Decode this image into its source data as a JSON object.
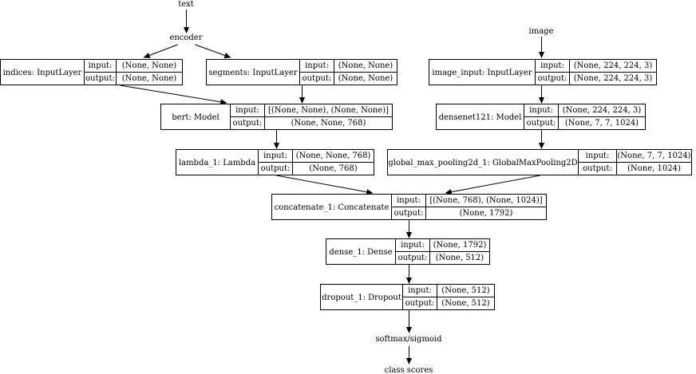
{
  "labels": {
    "text": "text",
    "encoder": "encoder",
    "image": "image",
    "softmax": "softmax/sigmoid",
    "class_scores": "class scores"
  },
  "nodes": [
    {
      "id": "indices",
      "name": "indices: InputLayer",
      "rows": [
        {
          "label": "input:",
          "value": "(None, None)"
        },
        {
          "label": "output:",
          "value": "(None, None)"
        }
      ]
    },
    {
      "id": "segments",
      "name": "segments: InputLayer",
      "rows": [
        {
          "label": "input:",
          "value": "(None, None)"
        },
        {
          "label": "output:",
          "value": "(None, None)"
        }
      ]
    },
    {
      "id": "image_input",
      "name": "image_input: InputLayer",
      "rows": [
        {
          "label": "input:",
          "value": "(None, 224, 224, 3)"
        },
        {
          "label": "output:",
          "value": "(None, 224, 224, 3)"
        }
      ]
    },
    {
      "id": "bert",
      "name": "bert: Model",
      "rows": [
        {
          "label": "input:",
          "value": "[(None, None), (None, None)]"
        },
        {
          "label": "output:",
          "value": "(None, None, 768)"
        }
      ]
    },
    {
      "id": "densenet",
      "name": "densenet121: Model",
      "rows": [
        {
          "label": "input:",
          "value": "(None, 224, 224, 3)"
        },
        {
          "label": "output:",
          "value": "(None, 7, 7, 1024)"
        }
      ]
    },
    {
      "id": "lambda",
      "name": "lambda_1: Lambda",
      "rows": [
        {
          "label": "input:",
          "value": "(None, None, 768)"
        },
        {
          "label": "output:",
          "value": "(None, 768)"
        }
      ]
    },
    {
      "id": "gmp",
      "name": "global_max_pooling2d_1: GlobalMaxPooling2D",
      "rows": [
        {
          "label": "input:",
          "value": "(None, 7, 7, 1024)"
        },
        {
          "label": "output:",
          "value": "(None, 1024)"
        }
      ]
    },
    {
      "id": "concat",
      "name": "concatenate_1: Concatenate",
      "rows": [
        {
          "label": "input:",
          "value": "[(None, 768), (None, 1024)]"
        },
        {
          "label": "output:",
          "value": "(None, 1792)"
        }
      ]
    },
    {
      "id": "dense",
      "name": "dense_1: Dense",
      "rows": [
        {
          "label": "input:",
          "value": "(None, 1792)"
        },
        {
          "label": "output:",
          "value": "(None, 512)"
        }
      ]
    },
    {
      "id": "dropout",
      "name": "dropout_1: Dropout",
      "rows": [
        {
          "label": "input:",
          "value": "(None, 512)"
        },
        {
          "label": "output:",
          "value": "(None, 512)"
        }
      ]
    }
  ]
}
